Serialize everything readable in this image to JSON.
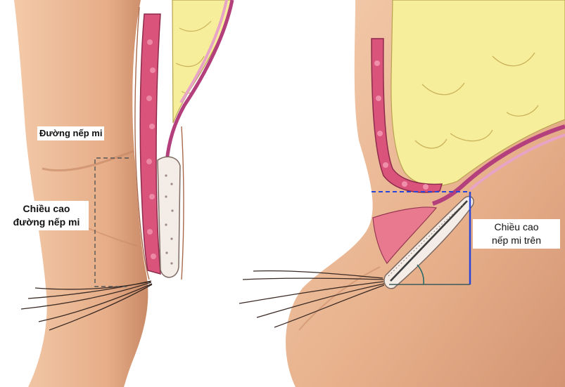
{
  "labels": {
    "crease_line": "Đường nếp mi",
    "crease_height_line1": "Chiều cao",
    "crease_height_line2": "đường nếp mi",
    "upper_crease_height_line1": "Chiều cao",
    "upper_crease_height_line2": "nếp mi trên"
  },
  "colors": {
    "skin": "#e9b48f",
    "skin_shadow": "#c98a66",
    "fat": "#f7ee9c",
    "muscle": "#d9537a",
    "tarsus": "#f4ece6",
    "line_dashed": "#555555",
    "measure_line": "#2a46d8",
    "angle_line": "#3a5a5a"
  }
}
